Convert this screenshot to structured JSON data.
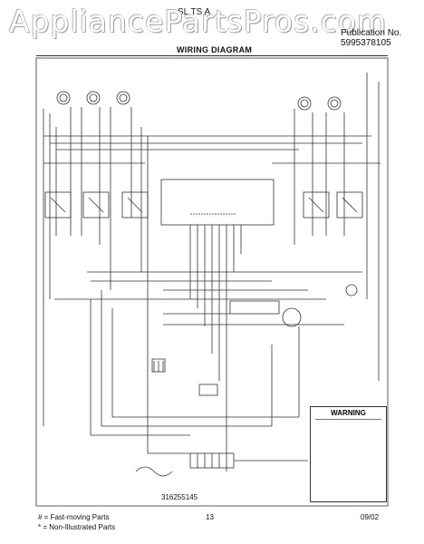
{
  "watermark": "AppliancePartsPros.com",
  "header": {
    "model_partial": "SL      TS   A",
    "publication_label": "Publication No.",
    "publication_number": "5995378105"
  },
  "diagram": {
    "title": "WIRING DIAGRAM",
    "drawing_number": "316255145",
    "warning_title": "WARNING"
  },
  "footer": {
    "fast_moving": "# = Fast-moving Parts",
    "non_illustrated": "* = Non-Illustrated Parts",
    "page": "13",
    "date": "09/02"
  }
}
